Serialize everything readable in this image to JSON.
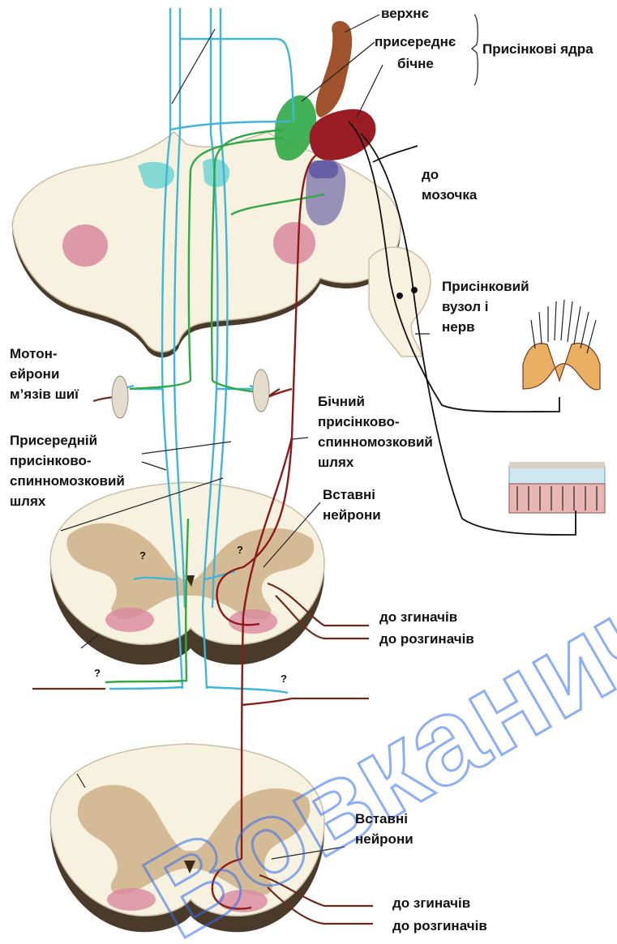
{
  "labels": {
    "superior": "верхнє",
    "medial": "присереднє",
    "lateral": "бічне",
    "nuclei": "Присінкові ядра",
    "to_cerebellum_1": "до",
    "to_cerebellum_2": "мозочка",
    "ganglion_1": "Присінковий",
    "ganglion_2": "вузол і",
    "ganglion_3": "нерв",
    "motoneurons_1": "Мотон-",
    "motoneurons_2": "ейрони",
    "motoneurons_3": "м’язів шиї",
    "lateral_tract_1": "Бічний",
    "lateral_tract_2": "присінково-",
    "lateral_tract_3": "спинномозковий",
    "lateral_tract_4": "шлях",
    "medial_tract_1": "Присередній",
    "medial_tract_2": "присінково-",
    "medial_tract_3": "спинномозковий",
    "medial_tract_4": "шлях",
    "interneurons_a_1": "Вставні",
    "interneurons_a_2": "нейрони",
    "flexors_a": "до згиначів",
    "extensors_a": "до розгиначів",
    "interneurons_b_1": "Вставні",
    "interneurons_b_2": "нейрони",
    "flexors_b": "до згиначів",
    "extensors_b": "до розгиначів",
    "qmark": "?"
  },
  "watermark": "Вовканич Л. С.",
  "colors": {
    "medial_tract": "#3fb6d8",
    "medial_nucleus": "#2fa845",
    "lateral_tract": "#8b1a1a",
    "superior_nucleus": "#a0522d",
    "inferior_nucleus": "#8c86b4",
    "watermark": "#2f6cf0"
  }
}
